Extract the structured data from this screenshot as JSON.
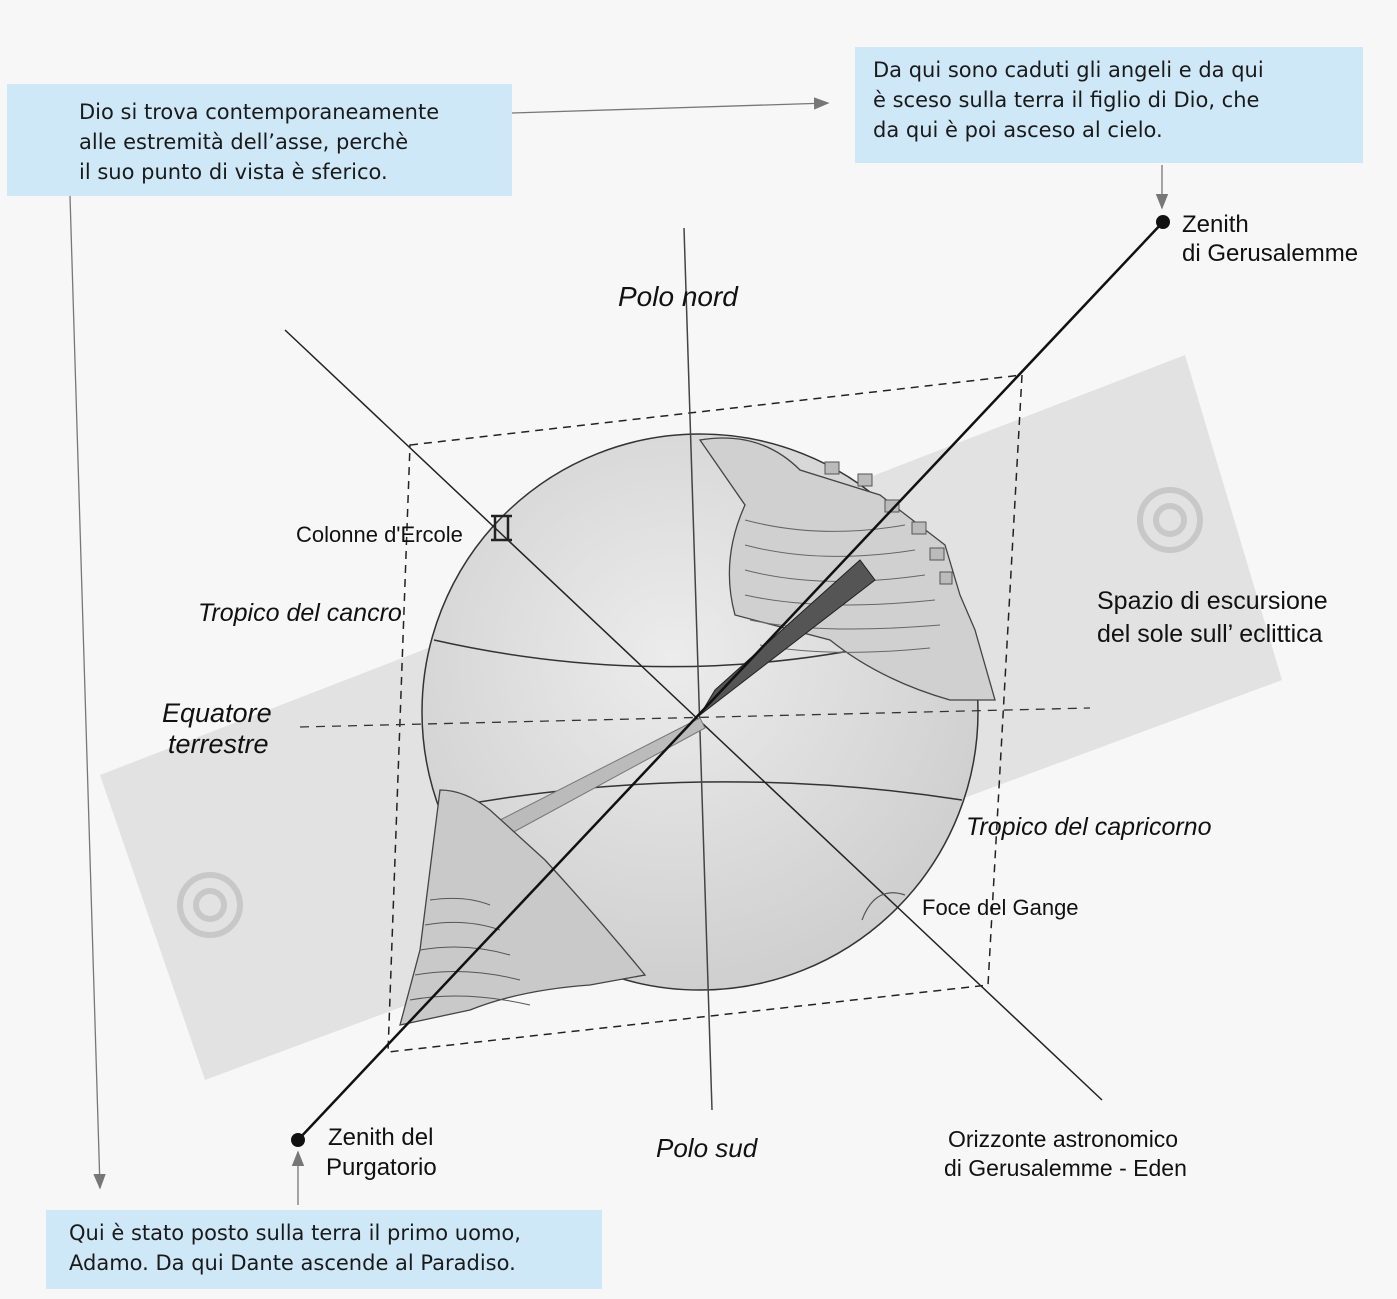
{
  "callouts": {
    "god": [
      "Dio si trova contemporaneamente",
      "alle estremità dell’asse, perchè",
      "il suo punto di vista è sferico."
    ],
    "jerusalem": [
      "Da qui sono caduti gli angeli e da qui",
      "è sceso sulla terra il figlio di Dio, che",
      "da qui è poi asceso al cielo."
    ],
    "purgatory": [
      "Qui è stato posto sulla terra il primo uomo,",
      "Adamo. Da qui Dante ascende al Paradiso."
    ]
  },
  "labels": {
    "polo_nord": "Polo nord",
    "polo_sud": "Polo sud",
    "zenith_jerusalem": [
      "Zenith",
      "di Gerusalemme"
    ],
    "zenith_purgatory": [
      "Zenith del",
      "Purgatorio"
    ],
    "colonne": "Colonne d'Ercole",
    "tropico_cancro": "Tropico del cancro",
    "equatore": [
      "Equatore",
      "terrestre"
    ],
    "spazio": [
      "Spazio di escursione",
      "del sole sull’ eclittica"
    ],
    "tropico_capricorno": "Tropico del capricorno",
    "foce": "Foce del Gange",
    "orizzonte": [
      "Orizzonte astronomico",
      "di Gerusalemme - Eden"
    ]
  },
  "colors": {
    "callout_bg": "#cfe8f7",
    "band": "#e2e2e2",
    "sphere": "#dedede",
    "ink": "#111111"
  }
}
